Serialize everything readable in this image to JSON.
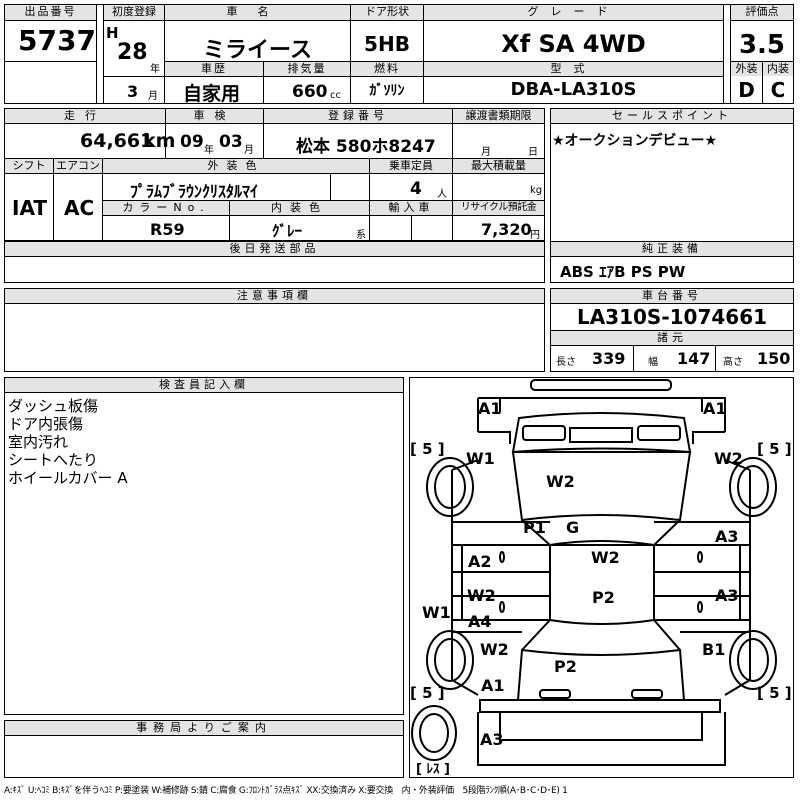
{
  "header": {
    "lot_number_label": "出品番号",
    "lot_number": "5737",
    "first_reg_label": "初度登録",
    "era": "H",
    "year": "28",
    "year_unit": "年",
    "month": "3",
    "month_unit": "月",
    "car_name_label": "車名",
    "car_name": "ミライース",
    "history_label": "車歴",
    "history": "自家用",
    "displacement_label": "排気量",
    "displacement": "660",
    "displacement_unit": "cc",
    "door_label": "ドア形状",
    "door": "5HB",
    "fuel_label": "燃料",
    "fuel": "ｶﾞｿﾘﾝ",
    "grade_label": "グレード",
    "grade": "Xf SA 4WD",
    "model_label": "型式",
    "model": "DBA-LA310S",
    "score_label": "評価点",
    "score": "3.5",
    "exterior_label": "外装",
    "exterior": "D",
    "interior_label": "内装",
    "interior": "C"
  },
  "row2": {
    "mileage_label": "走行",
    "mileage": "64,661",
    "mileage_unit": "km",
    "inspection_label": "車検",
    "inspection_year": "09",
    "inspection_year_unit": "年",
    "inspection_month": "03",
    "inspection_month_unit": "月",
    "plate_label": "登録番号",
    "plate": "松本 580ホ8247",
    "transfer_label": "譲渡書類期限",
    "transfer_day_unit": "日",
    "transfer_month_unit": "月",
    "sales_point_label": "セールスポイント",
    "sales_point": "★オークションデビュー★"
  },
  "row3": {
    "shift_label": "シフト",
    "shift": "IAT",
    "ac_label": "エアコン",
    "ac": "AC",
    "ext_color_label": "外装色",
    "ext_color": "ﾌﾟﾗﾑﾌﾞﾗｳﾝｸﾘｽﾀﾙﾏｲ",
    "capacity_label": "乗車定員",
    "capacity": "4",
    "capacity_unit": "人",
    "load_label": "最大積載量",
    "load_unit": "kg",
    "color_no_label": "カラーNo.",
    "color_no": "R59",
    "int_color_label": "内装色",
    "int_color": "ｸﾞﾚｰ",
    "int_color_unit": "系",
    "import_label": "輸入車",
    "recycle_label": "リサイクル預託金",
    "recycle": "7,320",
    "recycle_unit": "円"
  },
  "later_parts_label": "後日発送部品",
  "equipment_label": "純正装備",
  "equipment": "ABS ｴｱB PS PW",
  "notes_label": "注意事項欄",
  "chassis_label": "車台番号",
  "chassis": "LA310S-1074661",
  "spec_label": "諸元",
  "length_label": "長さ",
  "length": "339",
  "width_label": "幅",
  "width": "147",
  "height_label": "高さ",
  "height": "150",
  "inspector_label": "検査員記入欄",
  "inspector_notes": [
    "ダッシュ板傷",
    "ドア内張傷",
    "室内汚れ",
    "シートへたり",
    "ホイールカバー A"
  ],
  "office_label": "事務局よりご案内",
  "diagram": {
    "a1_tl": "A1",
    "a1_tr": "A1",
    "tire_fl": "[ 5 ]",
    "tire_fr": "[ 5 ]",
    "tire_rl": "[ 5 ]",
    "tire_rr": "[ 5 ]",
    "w1_l": "W1",
    "w2_r": "W2",
    "w2_hood": "W2",
    "p1": "P1",
    "g": "G",
    "a2_l": "A2",
    "a3_r1": "A3",
    "w2_roof": "W2",
    "w2_l": "W2",
    "a4_l": "A4",
    "w1_side": "W1",
    "p2_roof": "P2",
    "a3_r2": "A3",
    "w2_l2": "W2",
    "b1_r": "B1",
    "p2_rear": "P2",
    "a1_rear": "A1",
    "a3_bottom": "A3",
    "spare": "[ ﾚｽ ]"
  },
  "legend": "A:ｷｽﾞ U:ﾍｺﾐ B:ｷｽﾞを伴うﾍｺﾐ P:要塗装 W:補修跡 S:錆 C:腐食 G:ﾌﾛﾝﾄｶﾞﾗｽ点ｷｽﾞ XX:交換済み X:要交換　内・外装評価　5段階ﾗﾝｸ順(A･B･C･D･E) 1"
}
